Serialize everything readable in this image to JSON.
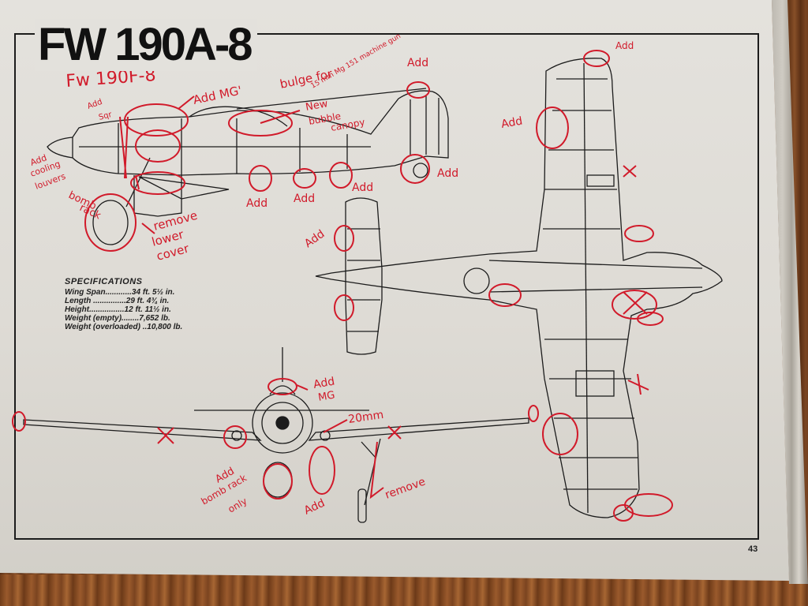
{
  "title": "FW 190A-8",
  "page_number": "43",
  "specs": {
    "heading": "SPECIFICATIONS",
    "rows": [
      "Wing Span............34 ft. 5½ in.",
      "Length ...............29 ft. 4¾ in.",
      "Height................12 ft. 11½ in.",
      "Weight (empty)........7,652 lb.",
      "Weight (overloaded) ..10,800 lb."
    ]
  },
  "annotations": {
    "subtitle": "Fw 190F-8",
    "add_mg": "Add MG'",
    "bulge_1": "bulge for",
    "bulge_2": "15 mm Mg 151 machine gun",
    "new_canopy_1": "New",
    "new_canopy_2": "bubble",
    "new_canopy_3": "canopy",
    "add_sqr": "Add",
    "sqr": "Sqr",
    "cooling_1": "Add",
    "cooling_2": "cooling",
    "cooling_3": "louvers",
    "bomb_1": "bomb",
    "bomb_2": "rack",
    "remove_cover_1": "remove",
    "remove_cover_2": "lower",
    "remove_cover_3": "cover",
    "add_top": "Add",
    "add_right": "Add",
    "add_a": "Add",
    "add_b": "Add",
    "add_c": "Add",
    "add_wing": "Add",
    "add_tail": "Add",
    "add_front_mg_1": "Add",
    "add_front_mg_2": "MG",
    "twenty_mm": "20mm",
    "add_bombrack_1": "Add",
    "add_bombrack_2": "bomb rack",
    "add_bombrack_3": "only",
    "add_bottom": "Add",
    "remove_gear": "remove",
    "add_topcorner": "Add"
  },
  "colors": {
    "ink": "#1c1c1c",
    "marker": "#d11a2a",
    "paper": "#e2e0db",
    "wood": "#6b3d1e"
  }
}
